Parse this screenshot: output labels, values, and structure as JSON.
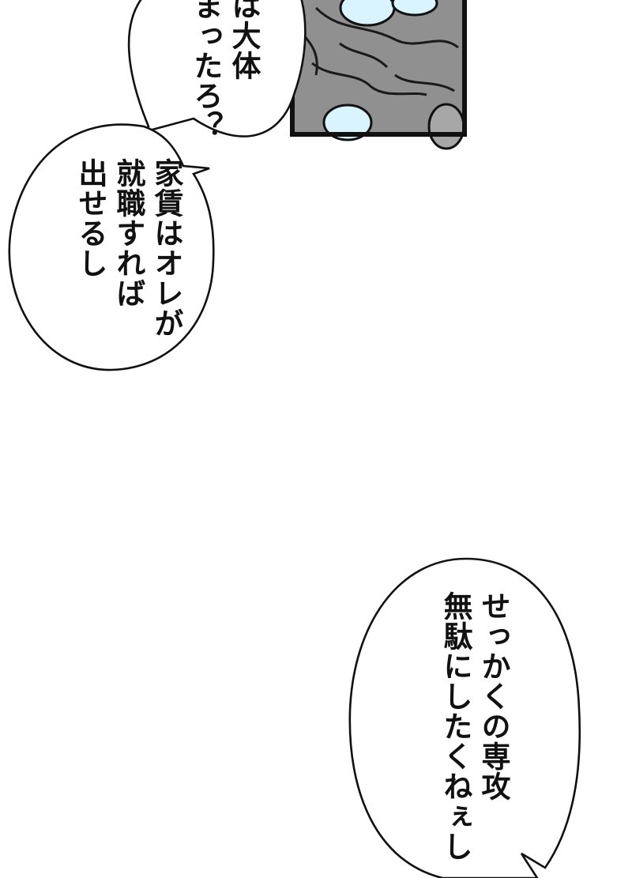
{
  "panel": {
    "frame_color": "#111111",
    "fill_color": "#8e8e8e",
    "highlight_color": "#d8f3ff"
  },
  "bubbles": [
    {
      "id": "bubble-top",
      "lines": [
        "は大体",
        "まったろ？"
      ]
    },
    {
      "id": "bubble-rent",
      "lines": [
        "家賃はオレが",
        "就職すれば",
        "出せるし"
      ]
    },
    {
      "id": "bubble-major",
      "lines": [
        "せっかくの専攻",
        "無駄にしたくねぇし"
      ]
    }
  ]
}
